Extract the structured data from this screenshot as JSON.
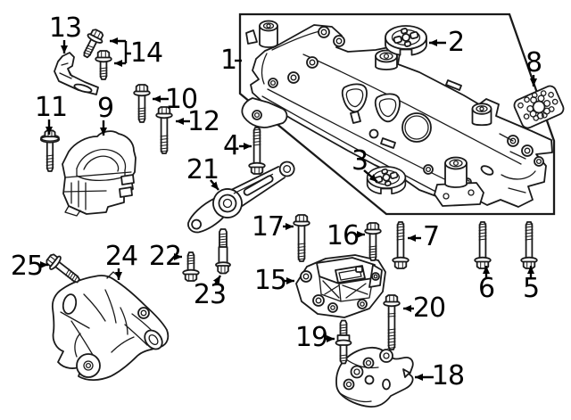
{
  "callouts": [
    "1",
    "2",
    "3",
    "4",
    "5",
    "6",
    "7",
    "8",
    "9",
    "10",
    "11",
    "12",
    "13",
    "14",
    "15",
    "16",
    "17",
    "18",
    "19",
    "20",
    "21",
    "22",
    "23",
    "24",
    "25"
  ],
  "colors": {
    "line": "#1a1a1a",
    "label": "#000000",
    "background": "#ffffff"
  }
}
